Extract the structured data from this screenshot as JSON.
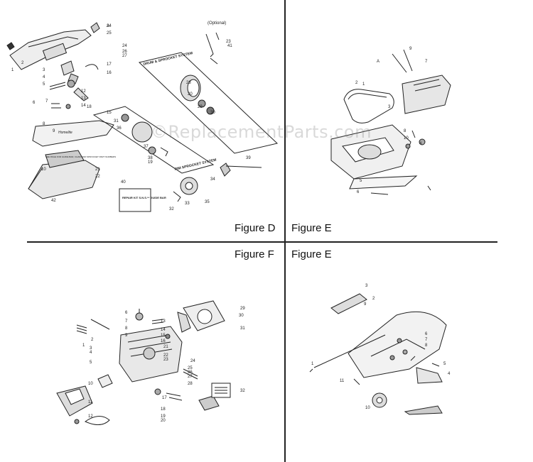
{
  "figures": {
    "d": {
      "label": "Figure D",
      "optional_note": "(Optional)",
      "drum_box": "DRUM & SPROCKET SYSTEM",
      "rim_box": "RIM SPROCKET SYSTEM",
      "repair_box": "REPAIR KIT S.N.S.** GUIDE BAR",
      "small_note": "SEE PAGE FOR GUIDE BAR, CHAIN AND SPROCKET PART NUMBERS",
      "callouts": [
        "24",
        "25",
        "1",
        "2",
        "3",
        "4",
        "5",
        "6",
        "7",
        "8",
        "9",
        "10",
        "12",
        "13",
        "14",
        "15",
        "16",
        "17",
        "18",
        "19",
        "20",
        "21",
        "22",
        "23",
        "24",
        "26",
        "27",
        "28",
        "29",
        "30",
        "31",
        "32",
        "33",
        "34",
        "35",
        "36",
        "37",
        "38",
        "39",
        "40",
        "41",
        "42",
        "A"
      ]
    },
    "e_top": {
      "label": "Figure E",
      "callouts": [
        "1",
        "2",
        "3",
        "4",
        "5",
        "6",
        "7",
        "8",
        "9",
        "10",
        "A"
      ]
    },
    "f": {
      "label": "Figure F",
      "callouts": [
        "1",
        "2",
        "3",
        "4",
        "5",
        "6",
        "7",
        "8",
        "9",
        "10",
        "11",
        "12",
        "13",
        "14",
        "15",
        "16",
        "17",
        "18",
        "19",
        "20",
        "21",
        "22",
        "23",
        "24",
        "25",
        "26",
        "27",
        "28",
        "29",
        "30",
        "31",
        "32"
      ]
    },
    "e_bottom": {
      "label": "Figure E",
      "callouts": [
        "1",
        "2",
        "3",
        "4",
        "5",
        "6",
        "7",
        "8",
        "9",
        "10",
        "11"
      ]
    }
  },
  "watermark": "©ReplacementParts.com",
  "colors": {
    "ink": "#222222",
    "divider": "#222222",
    "background": "#ffffff"
  }
}
